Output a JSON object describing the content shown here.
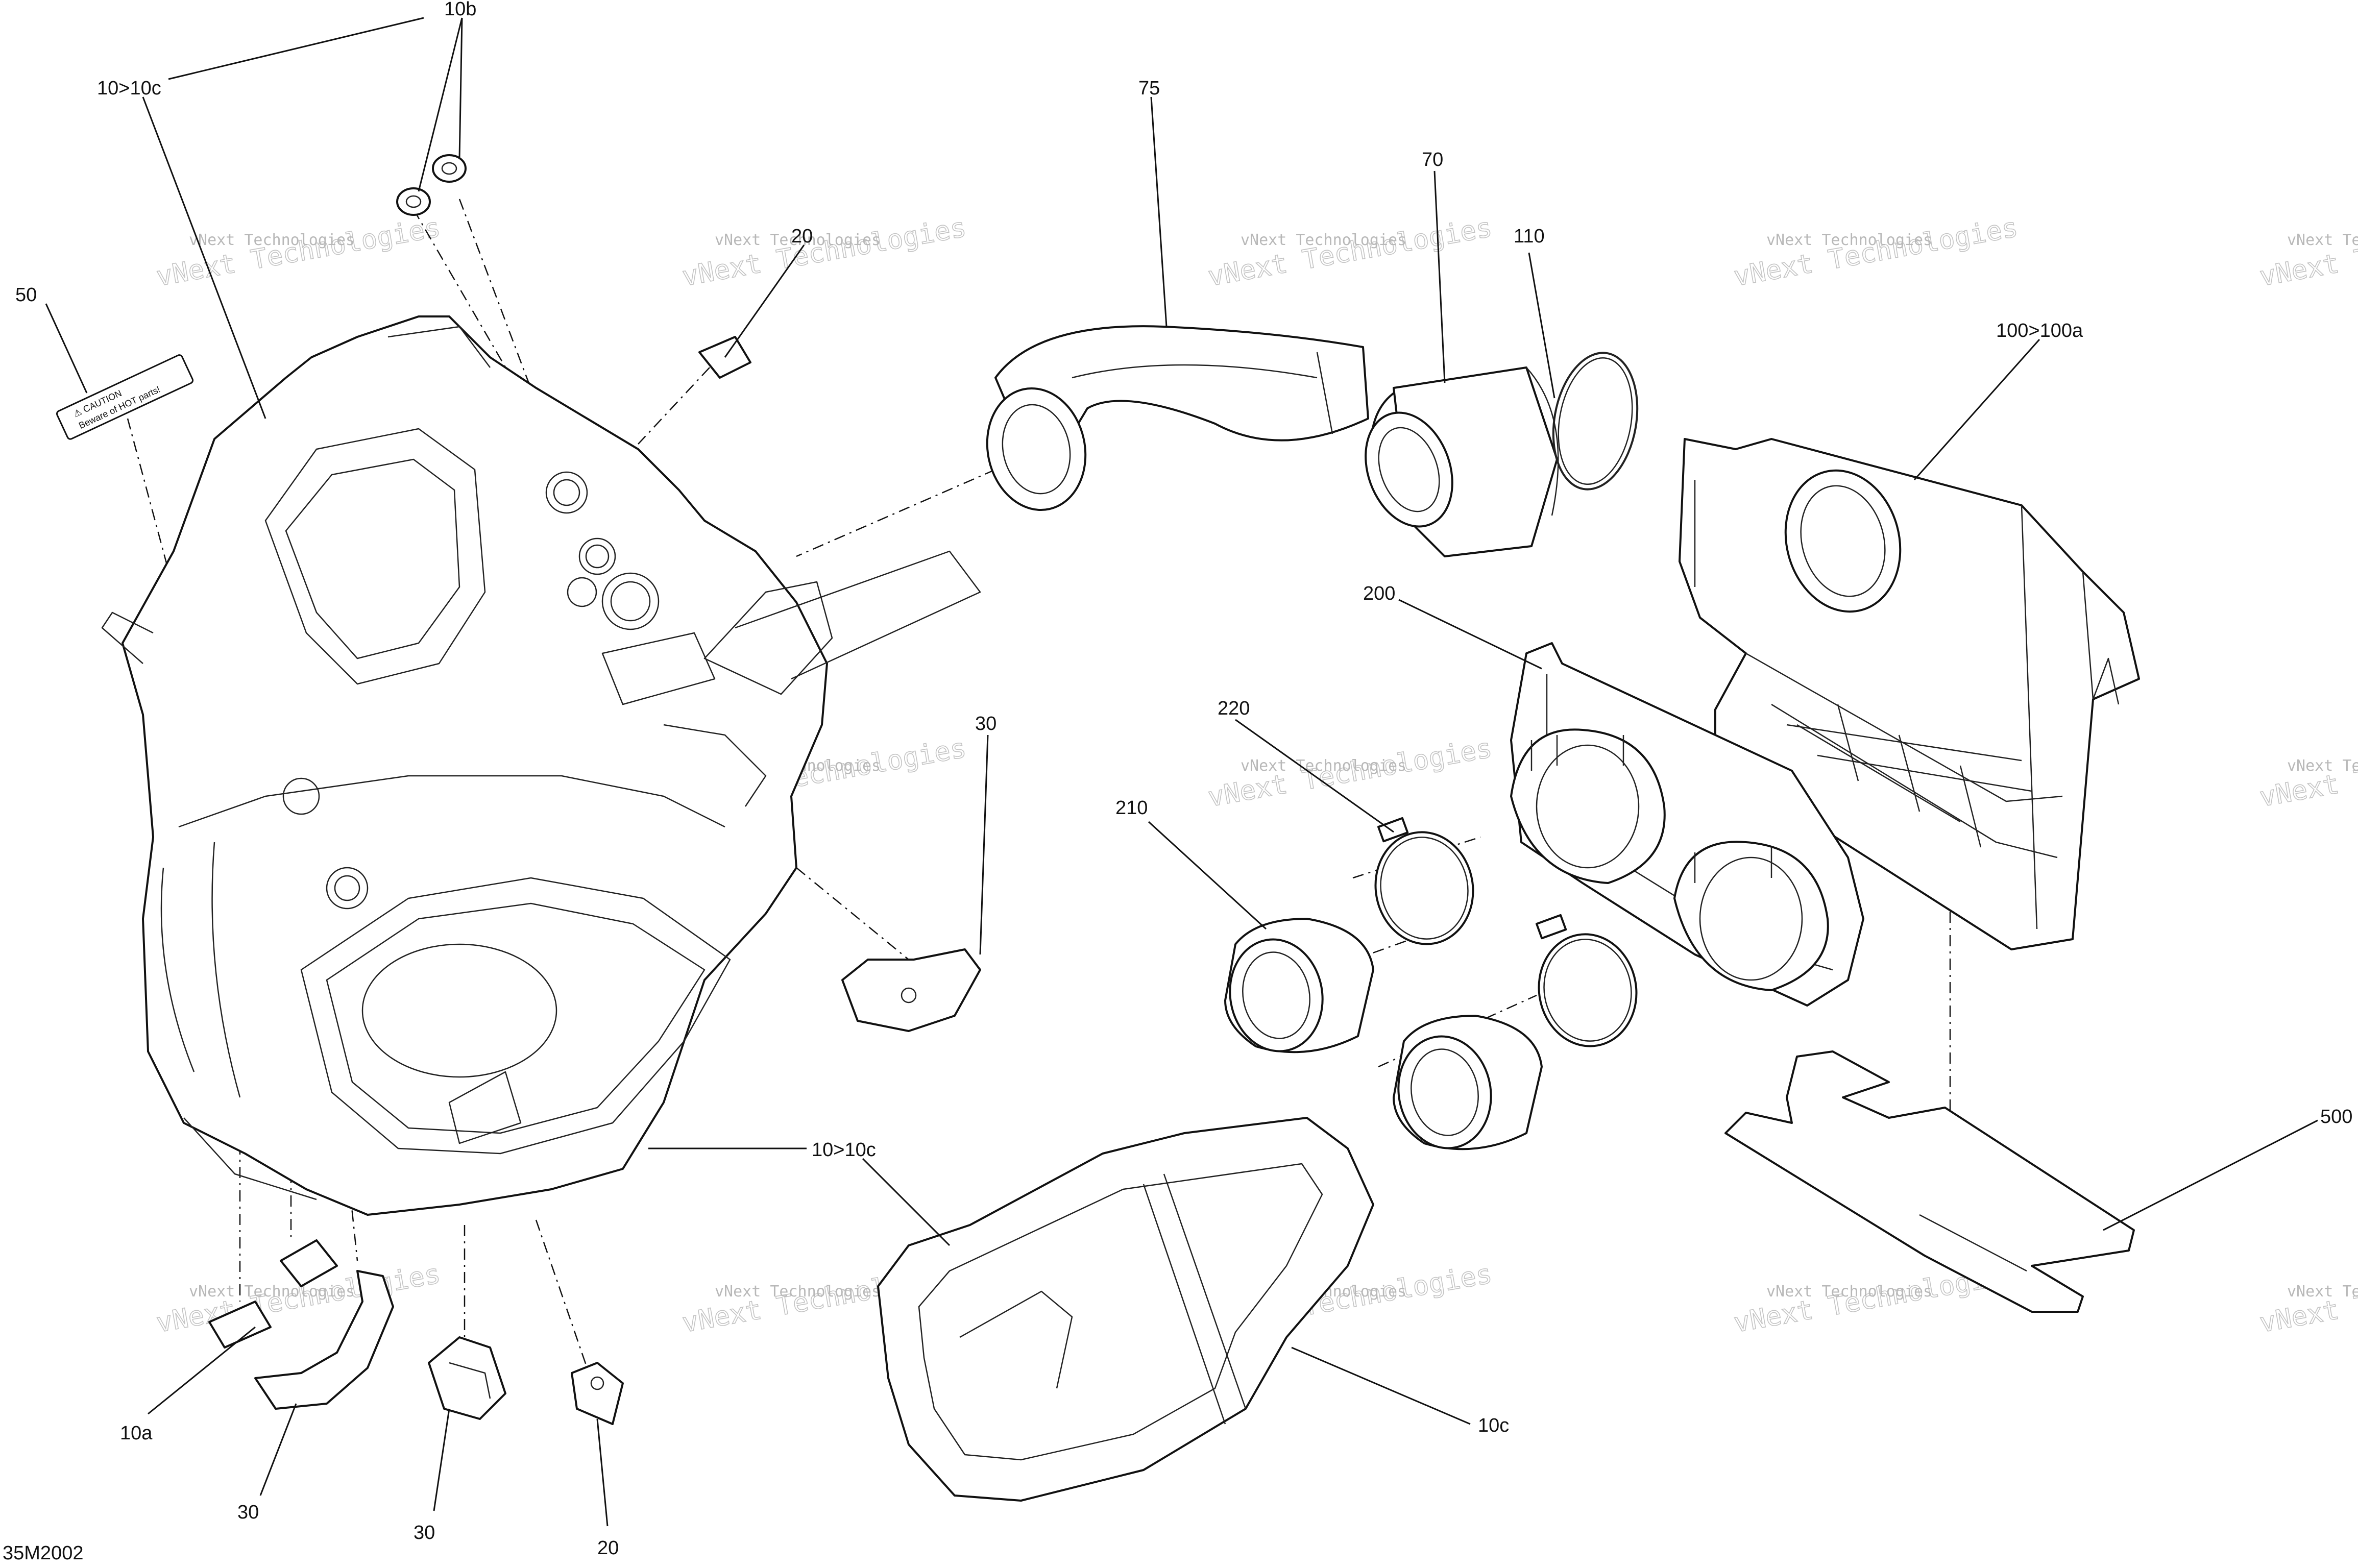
{
  "diagram_id": "35M2002",
  "callouts": {
    "c10b": "10b",
    "c10_10c_top": "10>10c",
    "c50": "50",
    "c20_top": "20",
    "c75": "75",
    "c70": "70",
    "c110": "110",
    "c100_100a": "100>100a",
    "c200": "200",
    "c220": "220",
    "c210": "210",
    "c30_mid": "30",
    "c10_10c_mid": "10>10c",
    "c500": "500",
    "c10a": "10a",
    "c30_bl": "30",
    "c30_bc": "30",
    "c20_bottom": "20",
    "c10c": "10c"
  },
  "label_plate_text": {
    "line1": "⚠ CAUTION",
    "line2": "Beware of HOT parts!"
  },
  "watermark": {
    "line1": "vNext Technologies",
    "line2": "vNext Technologies"
  }
}
